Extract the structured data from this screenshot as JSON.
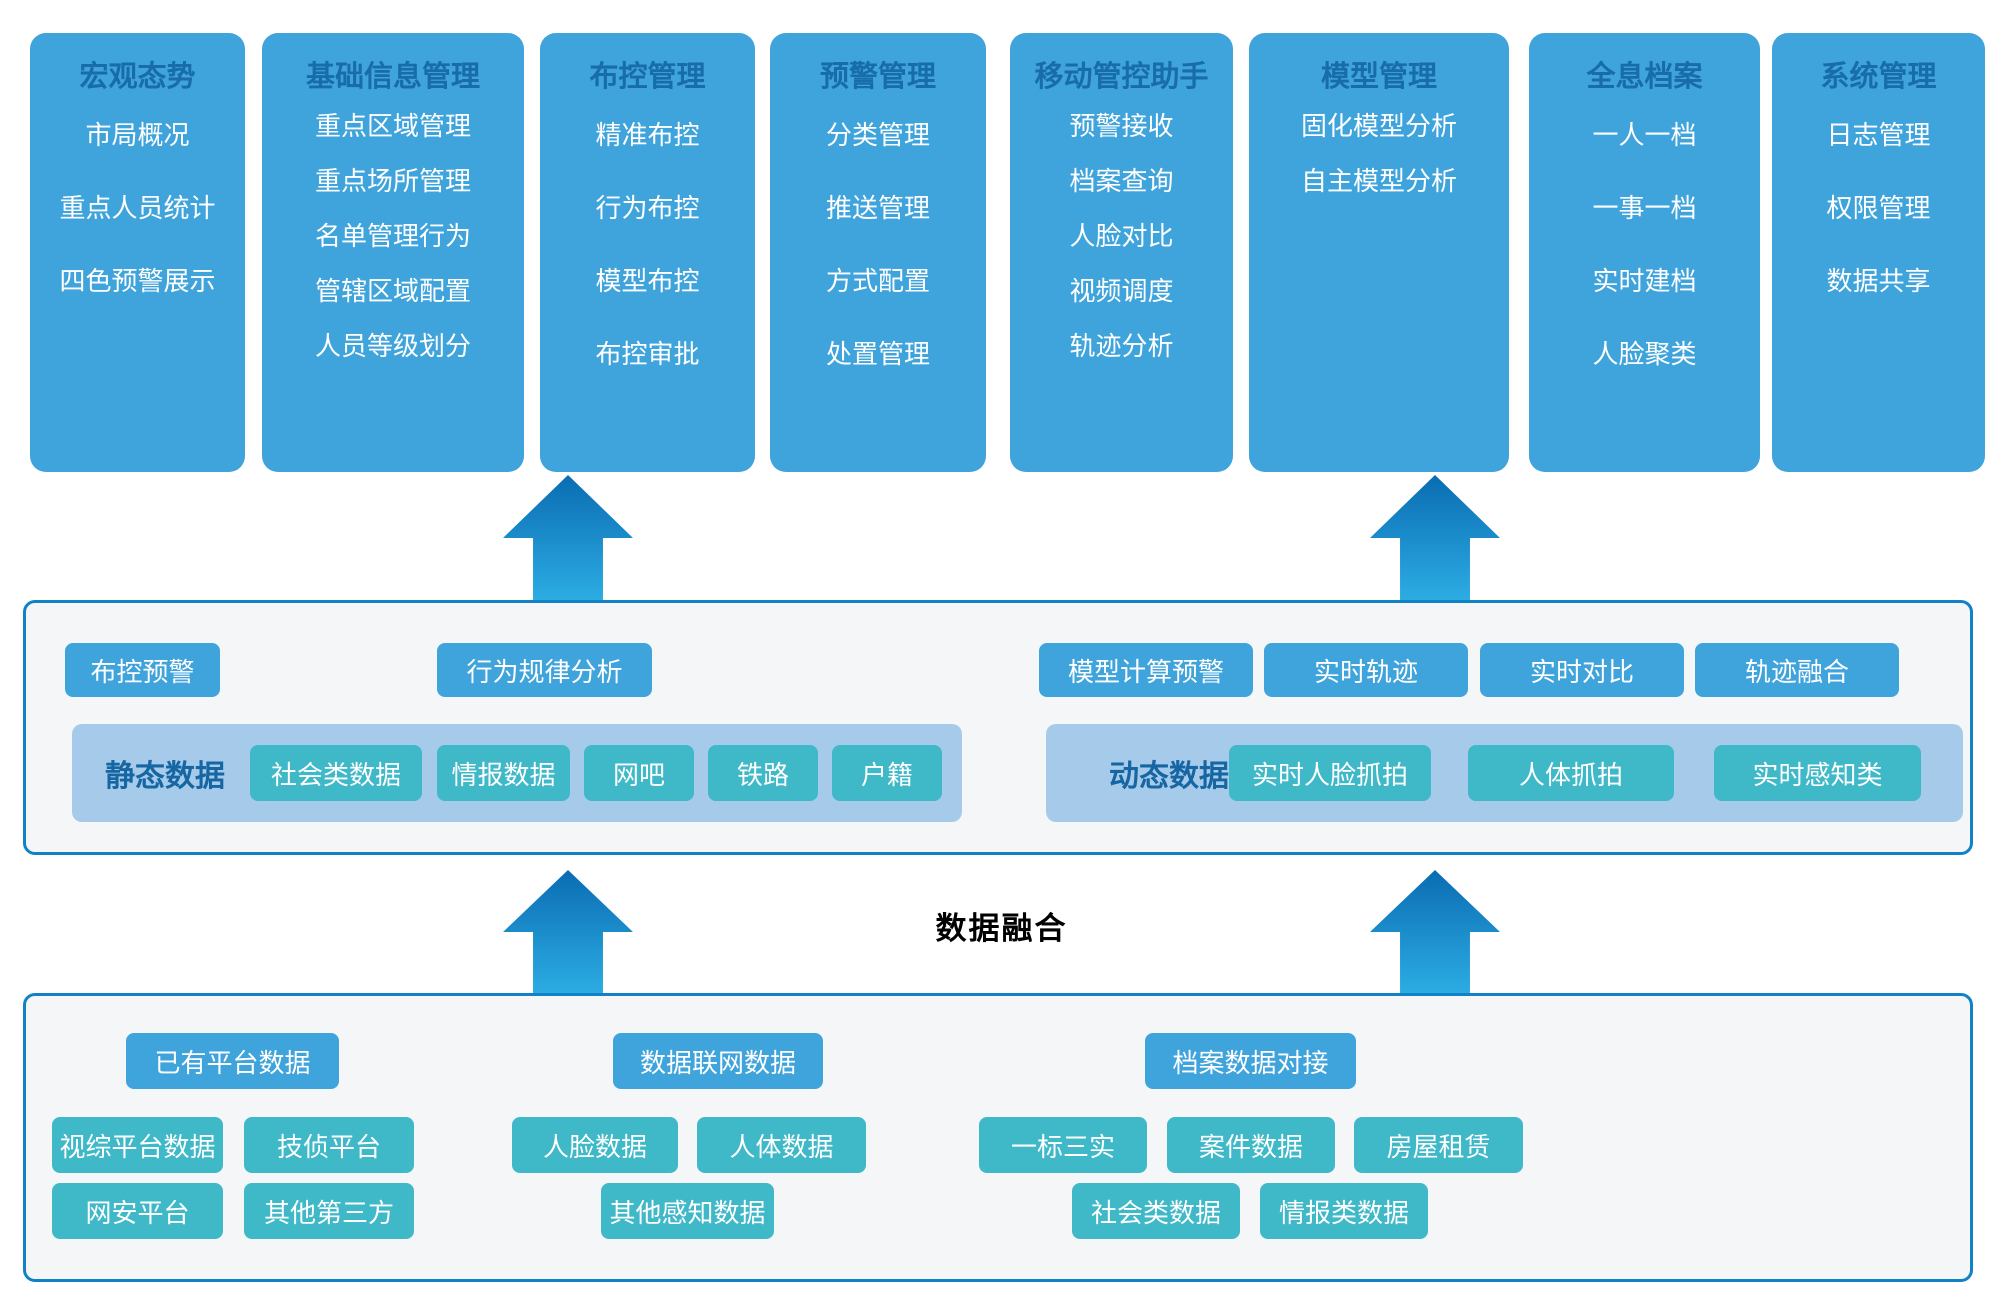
{
  "top_cards": [
    {
      "title": "宏观态势",
      "items": [
        "市局概况",
        "重点人员统计",
        "四色预警展示"
      ]
    },
    {
      "title": "基础信息管理",
      "items": [
        "重点区域管理",
        "重点场所管理",
        "名单管理行为",
        "管辖区域配置",
        "人员等级划分"
      ]
    },
    {
      "title": "布控管理",
      "items": [
        "精准布控",
        "行为布控",
        "模型布控",
        "布控审批"
      ]
    },
    {
      "title": "预警管理",
      "items": [
        "分类管理",
        "推送管理",
        "方式配置",
        "处置管理"
      ]
    },
    {
      "title": "移动管控助手",
      "items": [
        "预警接收",
        "档案查询",
        "人脸对比",
        "视频调度",
        "轨迹分析"
      ]
    },
    {
      "title": "模型管理",
      "items": [
        "固化模型分析",
        "自主模型分析"
      ]
    },
    {
      "title": "全息档案",
      "items": [
        "一人一档",
        "一事一档",
        "实时建档",
        "人脸聚类"
      ]
    },
    {
      "title": "系统管理",
      "items": [
        "日志管理",
        "权限管理",
        "数据共享"
      ]
    }
  ],
  "middle_panel": {
    "left_buttons": [
      "布控预警",
      "行为规律分析"
    ],
    "right_buttons": [
      "模型计算预警",
      "实时轨迹",
      "实时对比",
      "轨迹融合"
    ],
    "static_group": {
      "label": "静态数据",
      "items": [
        "社会类数据",
        "情报数据",
        "网吧",
        "铁路",
        "户籍"
      ]
    },
    "dynamic_group": {
      "label": "动态数据",
      "items": [
        "实时人脸抓拍",
        "人体抓拍",
        "实时感知类"
      ]
    }
  },
  "fusion_label": "数据融合",
  "bottom_panel": {
    "groups": [
      {
        "header": "已有平台数据",
        "row1": [
          "视综平台数据",
          "技侦平台"
        ],
        "row2": [
          "网安平台",
          "其他第三方"
        ]
      },
      {
        "header": "数据联网数据",
        "row1": [
          "人脸数据",
          "人体数据"
        ],
        "row2": [
          "其他感知数据"
        ]
      },
      {
        "header": "档案数据对接",
        "row1": [
          "一标三实",
          "案件数据",
          "房屋租赁"
        ],
        "row2": [
          "社会类数据",
          "情报类数据"
        ]
      }
    ]
  },
  "accent_colors": {
    "card_blue": "#3FA3DC",
    "teal": "#3FB8C8",
    "title_text": "#176CA9",
    "strip_bg": "#A6CBEA",
    "strip_label": "#1566A3",
    "panel_bg": "#F4F6F8",
    "panel_border": "#1182C5",
    "arrow_gradient_top": "#0A6CB2",
    "arrow_gradient_bottom": "#2CACE3"
  }
}
